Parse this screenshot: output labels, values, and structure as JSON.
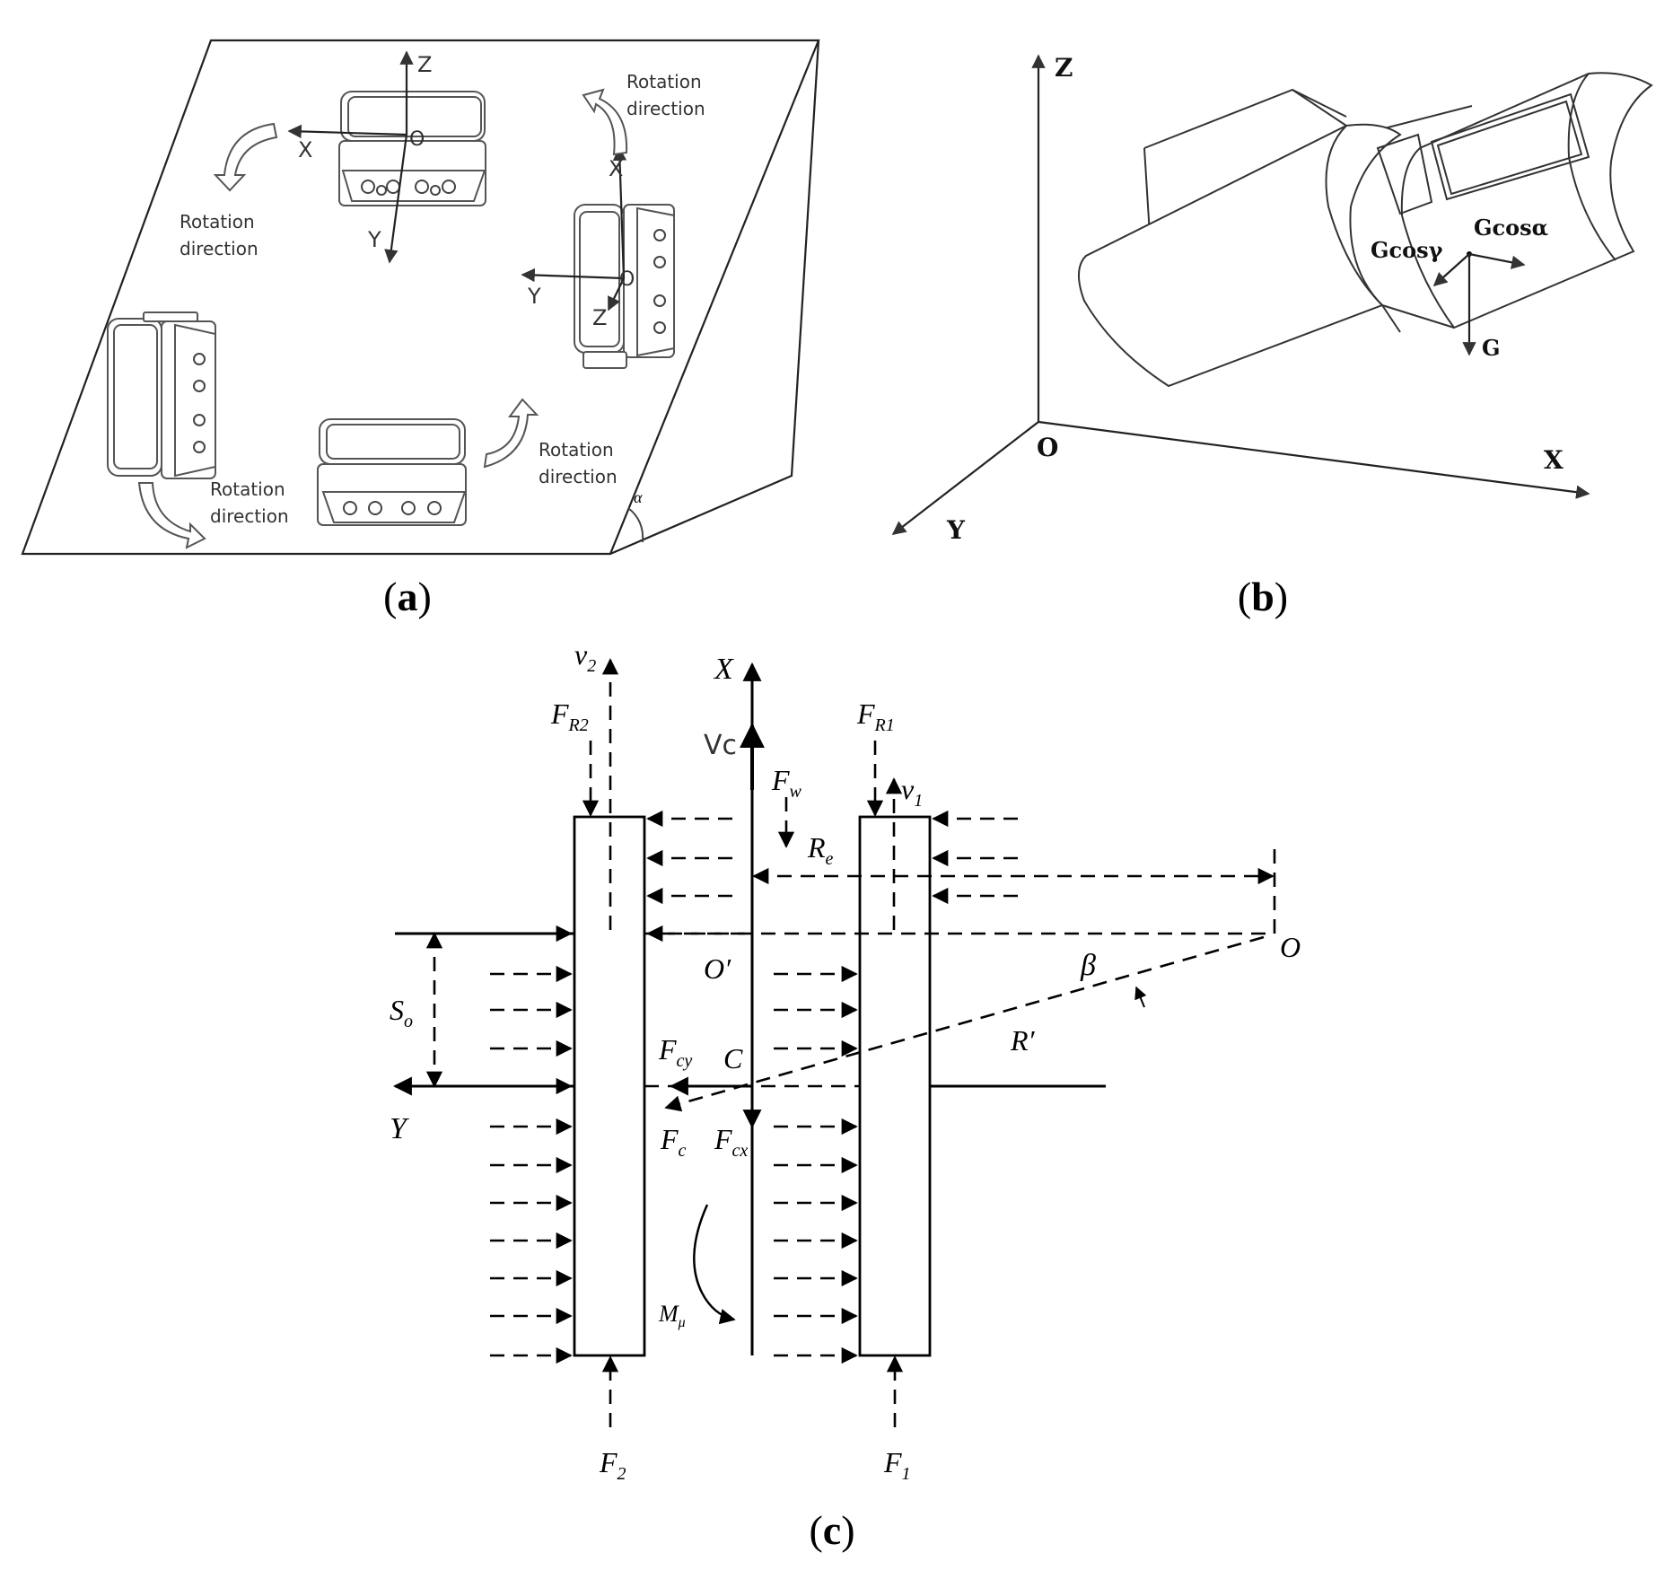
{
  "panel_a": {
    "caption_open": "(",
    "caption_letter": "a",
    "caption_close": ")",
    "robot_top": {
      "x": "X",
      "y": "Y",
      "z": "Z",
      "o": "O"
    },
    "robot_right": {
      "x": "X",
      "y": "Y",
      "z": "Z",
      "o": "O"
    },
    "rotation_labels": [
      {
        "line1": "Rotation",
        "line2": "direction"
      },
      {
        "line1": "Rotation",
        "line2": "direction"
      },
      {
        "line1": "Rotation",
        "line2": "direction"
      },
      {
        "line1": "Rotation",
        "line2": "direction"
      }
    ],
    "angle": "α"
  },
  "panel_b": {
    "caption_open": "(",
    "caption_letter": "b",
    "caption_close": ")",
    "axes": {
      "z": "Z",
      "x": "X",
      "y": "Y",
      "o": "O"
    },
    "forces": {
      "g": "G",
      "gcos_gamma": "Gcosγ",
      "gcos_alpha": "Gcosα"
    }
  },
  "panel_c": {
    "caption_open": "(",
    "caption_letter": "c",
    "caption_close": ")",
    "labels": {
      "x_axis": "X",
      "y_axis": "Y",
      "v2": "v",
      "v2_sub": "2",
      "v1": "v",
      "v1_sub": "1",
      "vc": "Vc",
      "fr2": "F",
      "fr2_sub": "R2",
      "fr1": "F",
      "fr1_sub": "R1",
      "fw": "F",
      "fw_sub": "w",
      "re": "R",
      "re_sub": "e",
      "o_prime": "O′",
      "o": "O",
      "beta": "β",
      "r_prime": "R′",
      "so": "S",
      "so_sub": "o",
      "fcy": "F",
      "fcy_sub": "cy",
      "c": "C",
      "fc": "F",
      "fc_sub": "c",
      "fcx": "F",
      "fcx_sub": "cx",
      "mu": "M",
      "mu_sub": "μ",
      "f2": "F",
      "f2_sub": "2",
      "f1": "F",
      "f1_sub": "1"
    }
  }
}
